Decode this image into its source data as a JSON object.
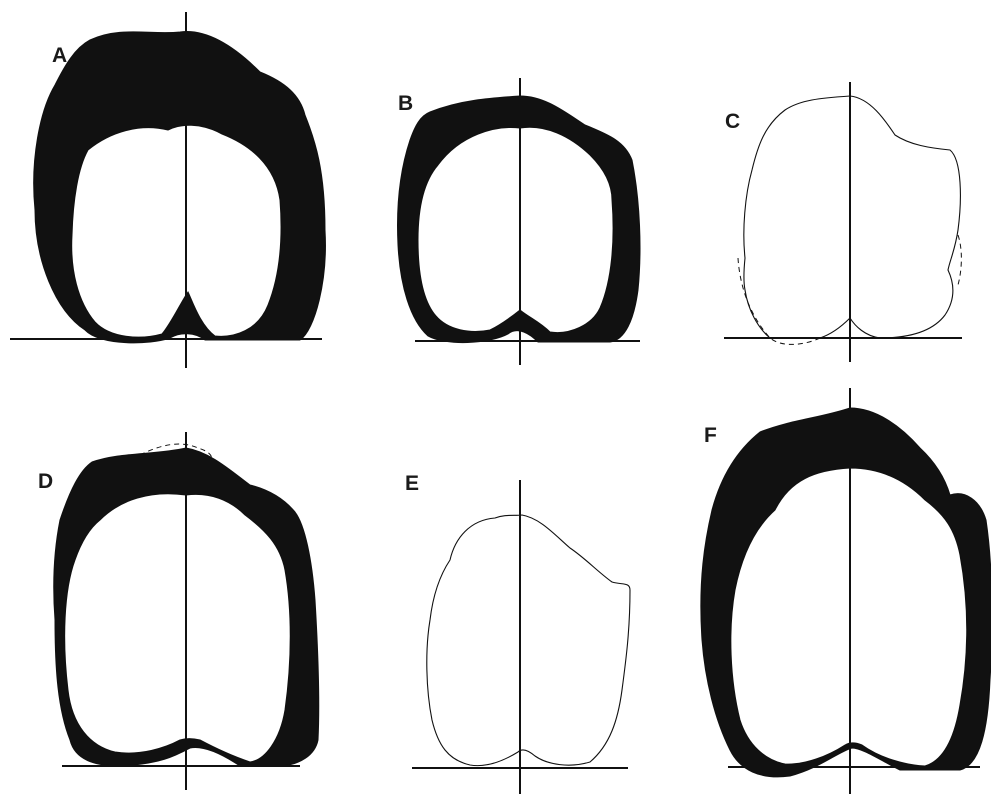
{
  "panels": [
    {
      "id": "A",
      "label": "A"
    },
    {
      "id": "B",
      "label": "B"
    },
    {
      "id": "C",
      "label": "C"
    },
    {
      "id": "D",
      "label": "D"
    },
    {
      "id": "E",
      "label": "E"
    },
    {
      "id": "F",
      "label": "F"
    }
  ],
  "colors": {
    "ink": "#111111",
    "background": "#ffffff"
  }
}
